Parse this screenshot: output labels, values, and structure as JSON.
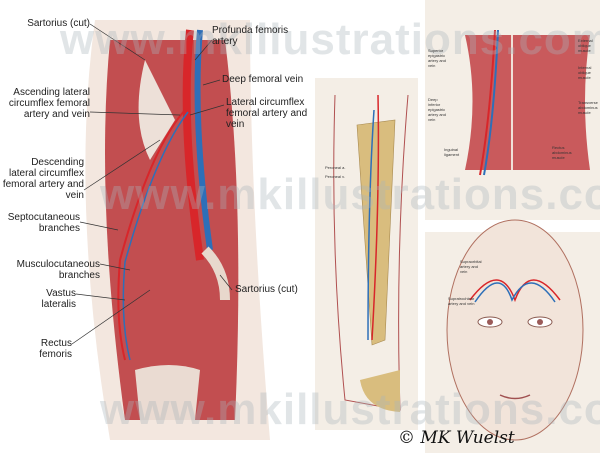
{
  "watermark": "www.mkillustrations.com",
  "signature": "© MK Wuelst",
  "thigh": {
    "labels_left": [
      "Sartorius (cut)",
      "Ascending lateral circumflex femoral artery and vein",
      "Descending lateral circumflex femoral artery and vein",
      "Septocutaneous branches",
      "Musculocutaneous branches",
      "Vastus lateralis",
      "Rectus femoris"
    ],
    "labels_right": [
      "Profunda femoris artery",
      "Deep femoral vein",
      "Lateral circumflex femoral artery and vein",
      "Sartorius (cut)"
    ]
  },
  "leg": {
    "labels": [
      "Peroneal a.",
      "Peroneal v."
    ]
  },
  "abdomen": {
    "labels_left": [
      "Superior epigastric artery and vein",
      "Deep inferior epigastric artery and vein",
      "Inguinal ligament"
    ],
    "labels_right": [
      "External oblique muscle",
      "Internal oblique muscle",
      "Transverse abdominus muscle",
      "Rectus abdominus muscle"
    ]
  },
  "face": {
    "labels": [
      "Supraorbital artery and vein",
      "Supratrochlear artery and vein"
    ]
  },
  "colors": {
    "muscle": "#c8585a",
    "artery": "#d8262a",
    "vein": "#2e6fb8",
    "bone": "#d9bd7e",
    "skin": "#f2e4da"
  }
}
